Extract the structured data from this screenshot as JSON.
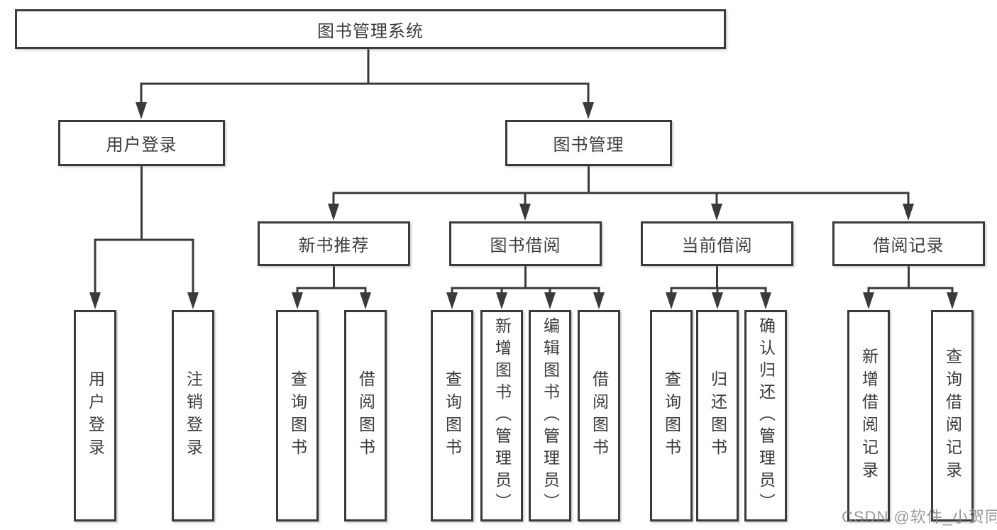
{
  "tree": {
    "label": "图书管理系统",
    "children": [
      {
        "label": "用户登录",
        "children": [
          {
            "label": "用户登录"
          },
          {
            "label": "注销登录"
          }
        ]
      },
      {
        "label": "图书管理",
        "children": [
          {
            "label": "新书推荐",
            "children": [
              {
                "label": "查询图书"
              },
              {
                "label": "借阅图书"
              }
            ]
          },
          {
            "label": "图书借阅",
            "children": [
              {
                "label": "查询图书"
              },
              {
                "label": "新增图书（管理员）"
              },
              {
                "label": "编辑图书（管理员）"
              },
              {
                "label": "借阅图书"
              }
            ]
          },
          {
            "label": "当前借阅",
            "children": [
              {
                "label": "查询图书"
              },
              {
                "label": "归还图书"
              },
              {
                "label": "确认归还（管理员）"
              }
            ]
          },
          {
            "label": "借阅记录",
            "children": [
              {
                "label": "新增借阅记录"
              },
              {
                "label": "查询借阅记录"
              }
            ]
          }
        ]
      }
    ]
  },
  "watermark": {
    "text": "CSDN @软件_小贺同学"
  },
  "colors": {
    "line": "#3a3a3a",
    "box_border": "#3a3a3a",
    "text": "#3b3b3b",
    "watermark": "#878787",
    "background": "#ffffff"
  }
}
